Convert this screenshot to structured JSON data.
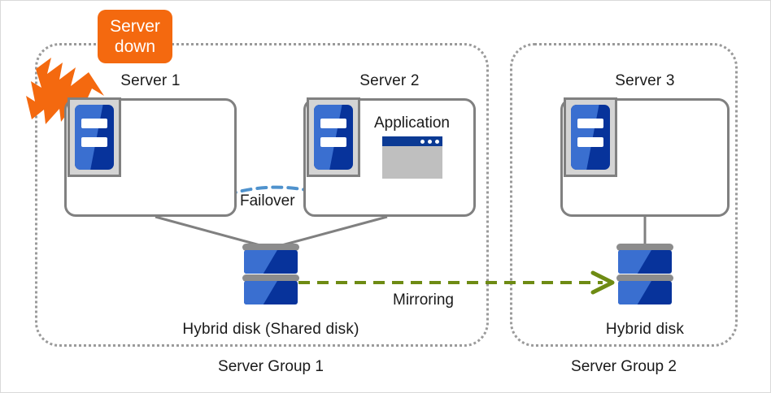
{
  "diagram": {
    "title_alt": "Hybrid disk failover and mirroring configuration",
    "colors": {
      "accent_orange": "#f4690f",
      "server_blue_dark": "#07339b",
      "server_blue_light": "#3a6fd0",
      "failover_blue": "#4f92cd",
      "mirroring_green": "#6e8b13",
      "line_gray": "#808080",
      "dotted_gray": "#9a9a9a",
      "app_title_blue": "#0b3a94",
      "app_body_gray": "#bfbfbf"
    }
  },
  "alert_badge": {
    "text": "Server\ndown",
    "icon": "lightning-bolt-icon"
  },
  "groups": [
    {
      "id": "group1",
      "caption": "Server Group 1"
    },
    {
      "id": "group2",
      "caption": "Server Group 2"
    }
  ],
  "servers": [
    {
      "id": "server1",
      "label": "Server 1",
      "icon": "server-icon",
      "status": "down"
    },
    {
      "id": "server2",
      "label": "Server 2",
      "icon": "server-icon",
      "app_label": "Application",
      "app_icon": "application-window-icon"
    },
    {
      "id": "server3",
      "label": "Server 3",
      "icon": "server-icon"
    }
  ],
  "disks": [
    {
      "id": "shared_disk",
      "label": "Hybrid disk (Shared disk)",
      "icon": "disk-stack-icon"
    },
    {
      "id": "mirror_disk",
      "label": "Hybrid disk",
      "icon": "disk-stack-icon"
    }
  ],
  "connections": [
    {
      "id": "failover",
      "label": "Failover",
      "style": "dashed-curved-arrow",
      "color": "#4f92cd",
      "from": "server1",
      "to": "server2"
    },
    {
      "id": "mirroring",
      "label": "Mirroring",
      "style": "dashed-straight-arrow",
      "color": "#6e8b13",
      "from": "shared_disk",
      "to": "mirror_disk"
    }
  ]
}
